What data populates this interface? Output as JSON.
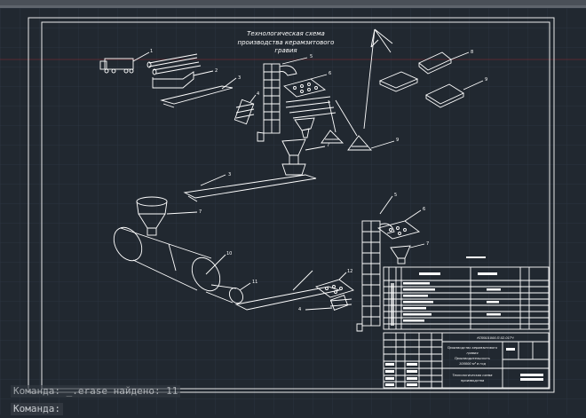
{
  "drawing": {
    "title_line1": "Технологическая схема",
    "title_line2": "производства керамзитового",
    "title_line3": "гравия",
    "callouts": [
      "1",
      "2",
      "3",
      "4",
      "5",
      "6",
      "7",
      "8",
      "9",
      "10",
      "11",
      "12"
    ]
  },
  "title_block": {
    "doc_code": "КП0501000.П.02.01ТЧ",
    "project_line1": "Производство керамзитового",
    "project_line2": "гравия",
    "project_line3": "Производительность",
    "project_line4": "100000 м³ в год",
    "sheet_title_line1": "Технологическая схема",
    "sheet_title_line2": "производства"
  },
  "command_line": {
    "history": "Команда: _.erase найдено: 11",
    "prompt": "Команда:"
  },
  "colors": {
    "background": "#212830",
    "grid": "#2c3440",
    "lines": "#ffffff"
  }
}
